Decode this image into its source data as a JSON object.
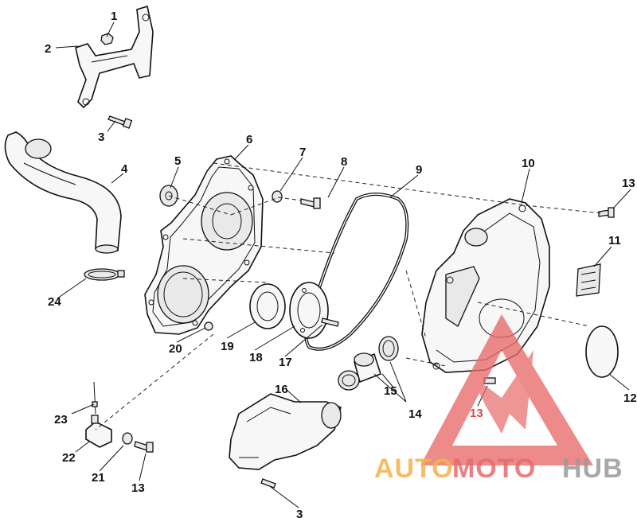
{
  "labels": {
    "l1": "1",
    "l2": "2",
    "l3a": "3",
    "l3b": "3",
    "l4": "4",
    "l5": "5",
    "l6": "6",
    "l7": "7",
    "l8": "8",
    "l9": "9",
    "l10": "10",
    "l11": "11",
    "l12": "12",
    "l13a": "13",
    "l13b": "13",
    "l13c": "13",
    "l14": "14",
    "l15": "15",
    "l16": "16",
    "l17": "17",
    "l18": "18",
    "l19": "19",
    "l20": "20",
    "l21": "21",
    "l22": "22",
    "l23": "23",
    "l24": "24"
  },
  "watermark": {
    "part1": "AUTO",
    "part2": "MOTO",
    "part3": "HUB",
    "color_orange": "#f3b24a",
    "color_red": "#e86a6a",
    "color_gray": "#9a9a9a"
  }
}
